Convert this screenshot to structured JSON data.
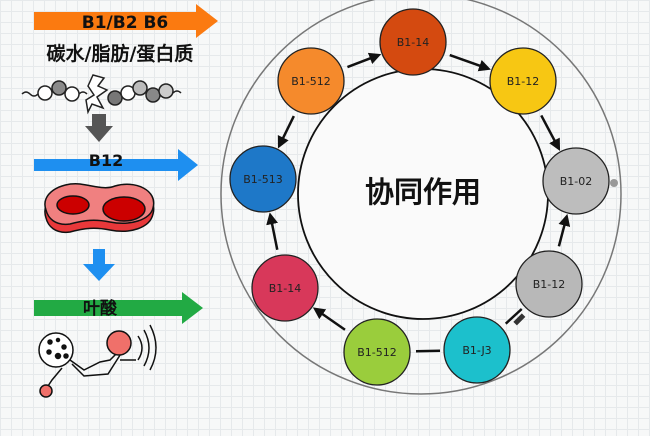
{
  "left_panel": {
    "step1": {
      "label": "B1/B2 B6",
      "sublabel": "碳水/脂肪/蛋白质",
      "arrow_color": "#fb7a10",
      "icon": "molecule-chain-break-icon"
    },
    "step2": {
      "label": "B12",
      "arrow_color": "#1e8ff0",
      "icon": "red-blood-cell-icon",
      "down_arrow_color": "#555555"
    },
    "step3": {
      "label": "叶酸",
      "arrow_color": "#22aa44",
      "icon": "neuron-signal-icon",
      "down_arrow_color": "#1e8ff0"
    }
  },
  "cycle": {
    "center_label": "协同作用",
    "nodes": [
      {
        "label": "B1-14",
        "color": "#d44a10"
      },
      {
        "label": "B1-12",
        "color": "#f7c713"
      },
      {
        "label": "B1-02",
        "color": "#bdbdbd"
      },
      {
        "label": "B1-12",
        "color": "#b8b8b8"
      },
      {
        "label": "B1-J3",
        "color": "#1cc0cc"
      },
      {
        "label": "B1-512",
        "color": "#9acd3c"
      },
      {
        "label": "B1-14",
        "color": "#d8385a"
      },
      {
        "label": "B1-513",
        "color": "#1e78c8"
      },
      {
        "label": "B1-512",
        "color": "#f58a2c"
      }
    ]
  }
}
